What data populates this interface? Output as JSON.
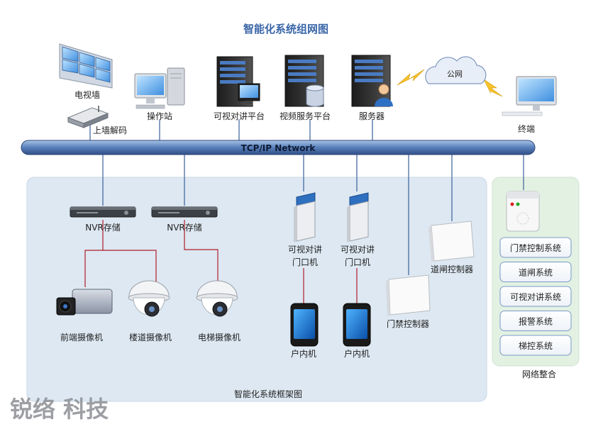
{
  "title": "智能化系统组网图",
  "network_bus": "TCP/IP Network",
  "frame_caption": "智能化系统框架图",
  "integration_caption": "网络整合",
  "watermark": "锐络 科技",
  "top_devices": {
    "video_wall": "电视墙",
    "decoder": "上墙解码",
    "workstation": "操作站",
    "intercom_platform": "可视对讲平台",
    "video_service_platform": "视频服务平台",
    "server": "服务器",
    "cloud": "公网",
    "terminal": "终端"
  },
  "nvr": {
    "nvr1": "NVR存储",
    "nvr2": "NVR存储"
  },
  "cameras": {
    "front": "前端摄像机",
    "corridor": "楼道摄像机",
    "elevator": "电梯摄像机"
  },
  "intercom": {
    "door1": "可视对讲\n门口机",
    "door2": "可视对讲\n门口机",
    "indoor1": "户内机",
    "indoor2": "户内机"
  },
  "controllers": {
    "gate": "道闸控制器",
    "access": "门禁控制器"
  },
  "systems": [
    "门禁控制系统",
    "道闸系统",
    "可视对讲系统",
    "报警系统",
    "梯控系统"
  ],
  "colors": {
    "title": "#3a66a8",
    "bus": "#3a5f9a",
    "uplink": "#3a5f9a",
    "video_link": "#b01e2a",
    "frame_bg": "#dde8f2",
    "integration_bg": "#e3f1e3",
    "system_border": "#7a9ac8"
  }
}
